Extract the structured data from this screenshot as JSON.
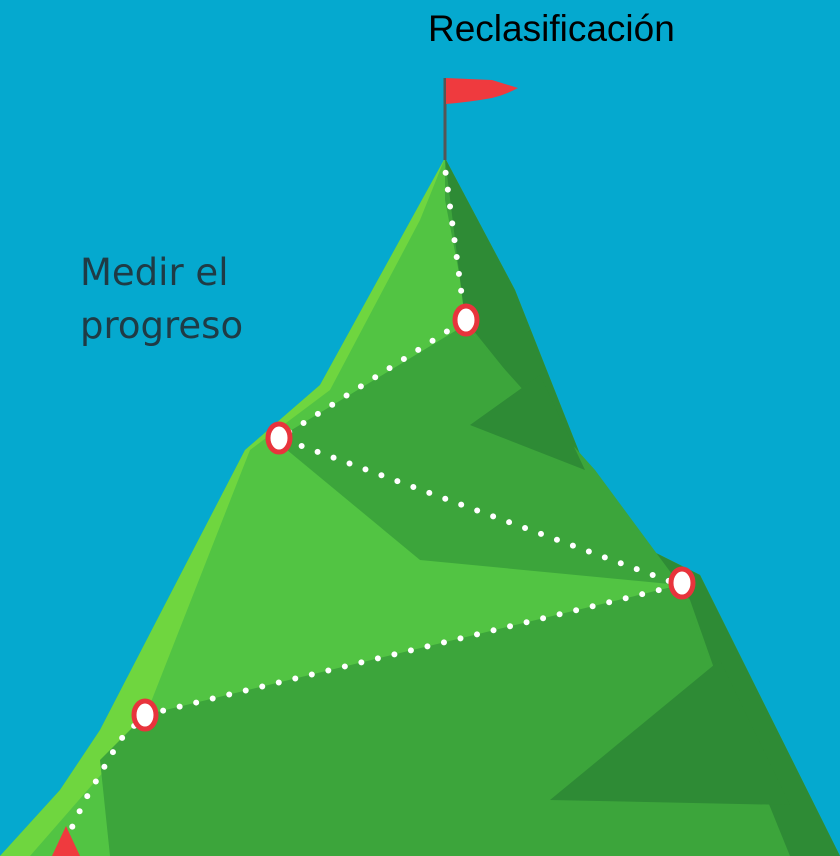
{
  "diagram": {
    "goal_label": "Reclasificación",
    "milestone_label_lines": [
      "Medir el",
      "progreso"
    ]
  },
  "colors": {
    "sky": "#05a9cf",
    "mountain_light": "#52c443",
    "mountain_mid": "#3ca53b",
    "mountain_dark": "#2e8b35",
    "mountain_highlight": "#6fd63f",
    "flag": "#ef3a3e",
    "marker_ring": "#e8343c",
    "trail_dots": "#ffffff"
  },
  "icons": {
    "summit_flag": "flag-icon",
    "checkpoints": "waypoint-marker-icon",
    "start": "start-triangle-icon"
  }
}
